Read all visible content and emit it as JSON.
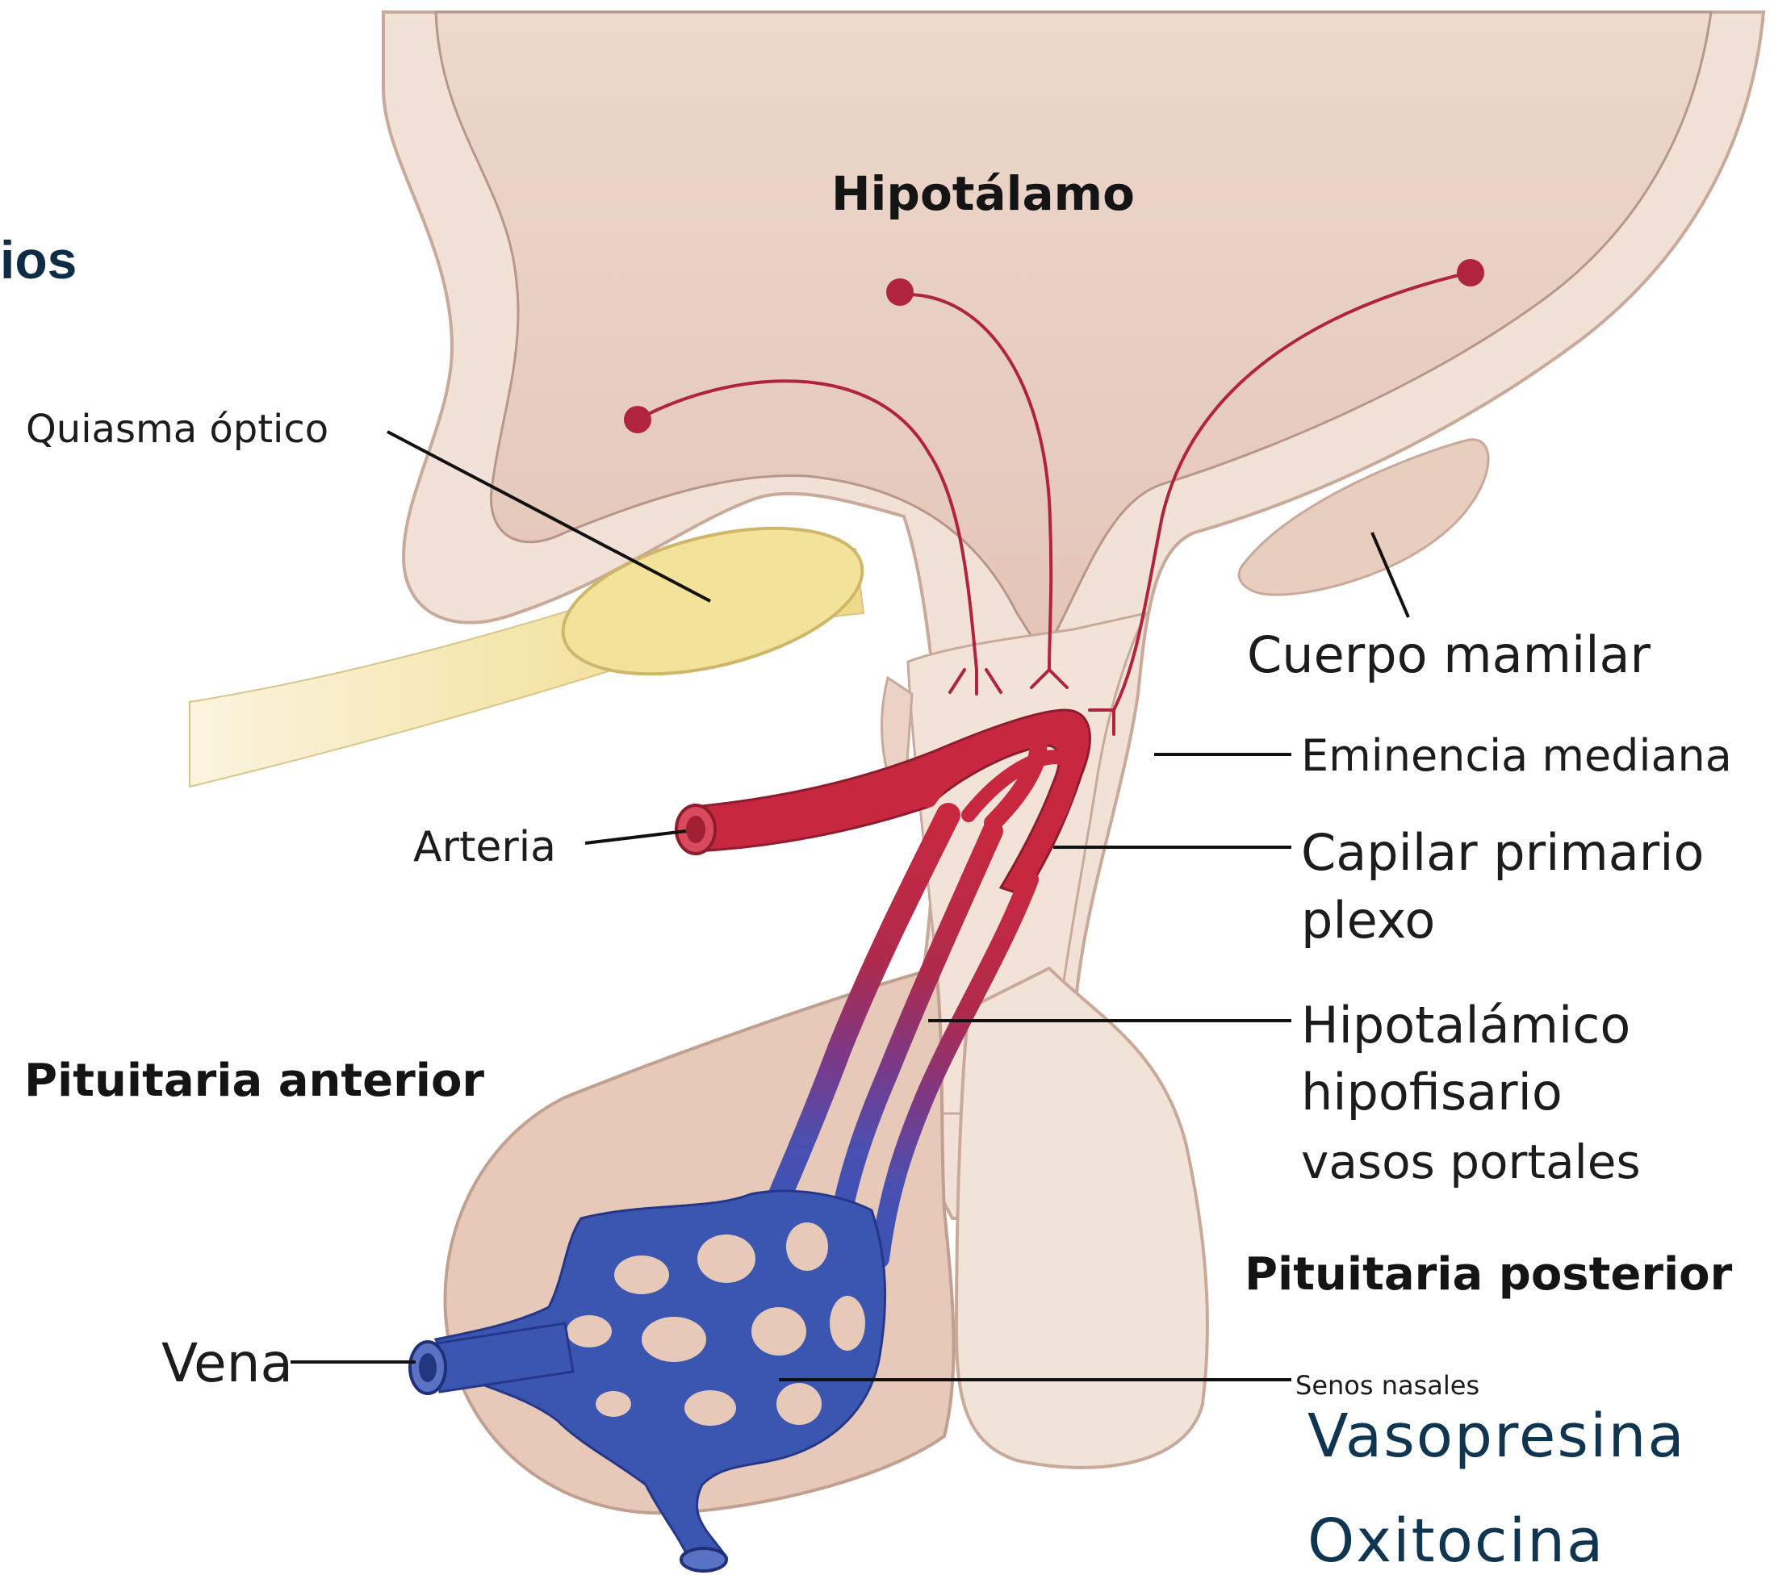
{
  "heading_fragment": "ios",
  "labels": {
    "hypothalamus": "Hipotálamo",
    "optic_chiasm": "Quiasma óptico",
    "mammillary_body": "Cuerpo mamilar",
    "median_eminence": "Eminencia mediana",
    "primary_plexus_line1": "Capilar primario",
    "primary_plexus_line2": "plexo",
    "artery": "Arteria",
    "portal_line1": "Hipotalámico",
    "portal_line2": "hipofisario",
    "portal_line3": "vasos portales",
    "anterior_pituitary": "Pituitaria anterior",
    "posterior_pituitary": "Pituitaria posterior",
    "vein": "Vena",
    "sinuses": "Senos nasales"
  },
  "hormones": [
    "Vasopresina",
    "Oxitocina"
  ],
  "colors": {
    "brain_tissue": "#eedcd0",
    "brain_outline": "#c8a898",
    "optic_nerve": "#f3e2a0",
    "anterior_lobe": "#e6c8b8",
    "posterior_lobe": "#f1e3d8",
    "artery_red": "#c8283f",
    "vein_blue": "#3b56b0",
    "nerve_red": "#b0243e",
    "hormone_text": "#0f3550"
  }
}
